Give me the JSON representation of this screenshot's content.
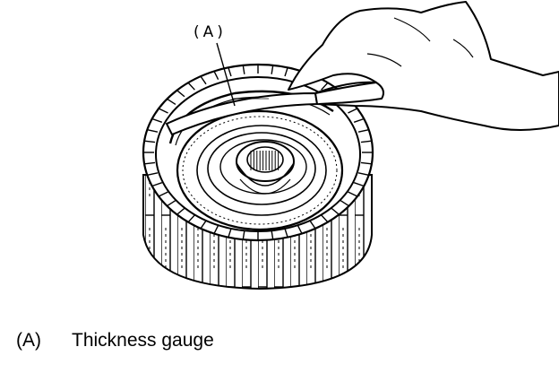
{
  "figure": {
    "callout_label": "(A)"
  },
  "legend": {
    "items": [
      {
        "key": "(A)",
        "text": "Thickness gauge"
      }
    ]
  }
}
